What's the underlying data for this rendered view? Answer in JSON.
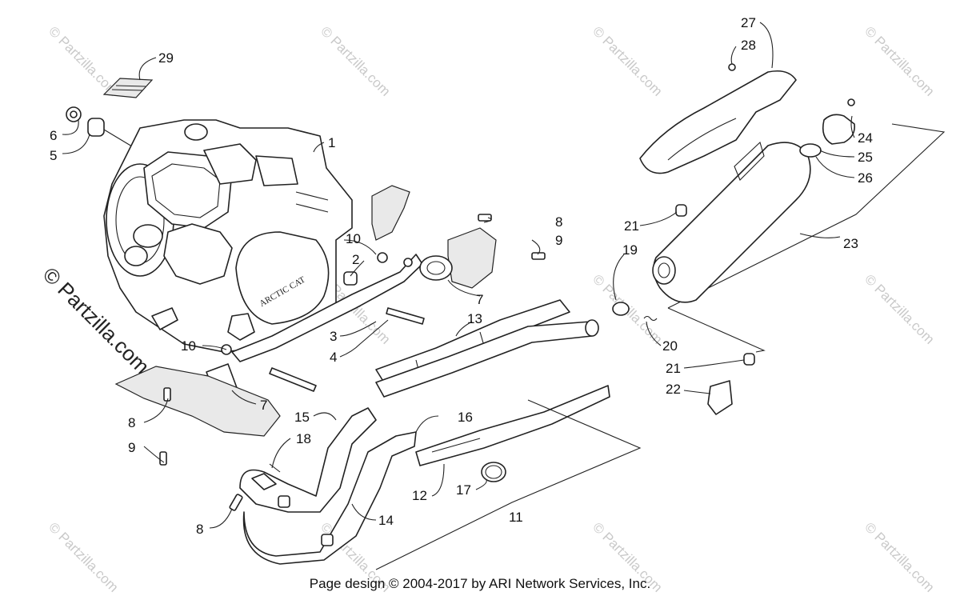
{
  "watermark": {
    "text": "© Partzilla.com",
    "text_large": "© Partzilla.com"
  },
  "labels": {
    "l1": "1",
    "l2": "2",
    "l3": "3",
    "l4": "4",
    "l5": "5",
    "l6": "6",
    "l7a": "7",
    "l7b": "7",
    "l8a": "8",
    "l8b": "8",
    "l8c": "8",
    "l9a": "9",
    "l9b": "9",
    "l10a": "10",
    "l10b": "10",
    "l11": "11",
    "l12": "12",
    "l13": "13",
    "l14": "14",
    "l15": "15",
    "l16": "16",
    "l17": "17",
    "l18": "18",
    "l19": "19",
    "l20": "20",
    "l21a": "21",
    "l21b": "21",
    "l22": "22",
    "l23": "23",
    "l24": "24",
    "l25": "25",
    "l26": "26",
    "l27": "27",
    "l28": "28",
    "l29": "29"
  },
  "engine": {
    "logo_text": "ARCTIC CAT"
  },
  "footer": {
    "text": "Page design © 2004-2017 by ARI Network Services, Inc."
  }
}
